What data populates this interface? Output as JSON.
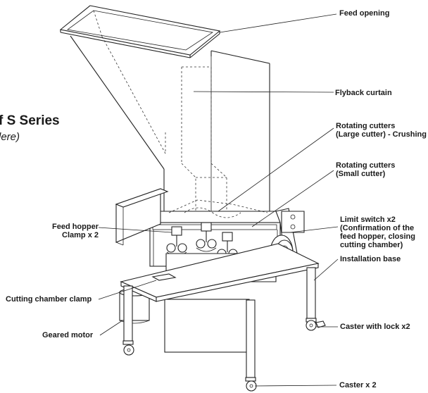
{
  "title_fragment": "f S Series",
  "subtitle_fragment": "lere)",
  "labels": {
    "feed_opening": "Feed opening",
    "flyback_curtain": "Flyback curtain",
    "rotating_large": [
      "Rotating cutters",
      "(Large cutter) - Crushing"
    ],
    "rotating_small": [
      "Rotating cutters",
      "(Small cutter)"
    ],
    "limit_switch": [
      "Limit switch x2",
      "(Confirmation of the",
      "feed hopper, closing",
      "cutting chamber)"
    ],
    "installation_base": "Installation base",
    "caster_lock": "Caster with lock  x2",
    "caster": "Caster x 2",
    "feed_hopper_clamp": [
      "Feed hopper",
      "Clamp x 2"
    ],
    "cutting_chamber_clamp": "Cutting chamber clamp",
    "geared_motor": "Geared motor"
  }
}
